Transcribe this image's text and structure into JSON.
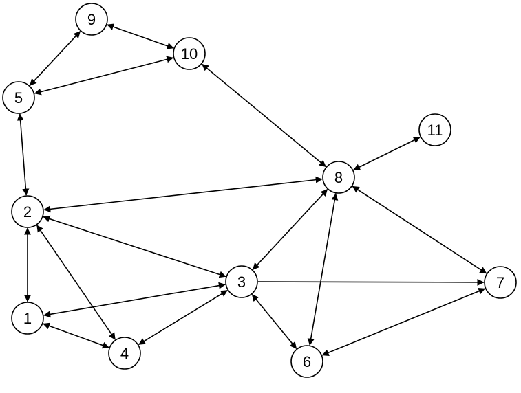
{
  "graph": {
    "nodes": [
      {
        "id": "1",
        "label": "1"
      },
      {
        "id": "2",
        "label": "2"
      },
      {
        "id": "3",
        "label": "3"
      },
      {
        "id": "4",
        "label": "4"
      },
      {
        "id": "5",
        "label": "5"
      },
      {
        "id": "6",
        "label": "6"
      },
      {
        "id": "7",
        "label": "7"
      },
      {
        "id": "8",
        "label": "8"
      },
      {
        "id": "9",
        "label": "9"
      },
      {
        "id": "10",
        "label": "10"
      },
      {
        "id": "11",
        "label": "11"
      }
    ],
    "edges": [
      {
        "from": "9",
        "to": "10",
        "directed": "both"
      },
      {
        "from": "9",
        "to": "5",
        "directed": "both"
      },
      {
        "from": "5",
        "to": "10",
        "directed": "both"
      },
      {
        "from": "10",
        "to": "8",
        "directed": "both"
      },
      {
        "from": "11",
        "to": "8",
        "directed": "both"
      },
      {
        "from": "5",
        "to": "2",
        "directed": "both"
      },
      {
        "from": "2",
        "to": "8",
        "directed": "both"
      },
      {
        "from": "2",
        "to": "3",
        "directed": "both"
      },
      {
        "from": "2",
        "to": "1",
        "directed": "both"
      },
      {
        "from": "2",
        "to": "4",
        "directed": "both"
      },
      {
        "from": "8",
        "to": "3",
        "directed": "both"
      },
      {
        "from": "8",
        "to": "6",
        "directed": "both"
      },
      {
        "from": "8",
        "to": "7",
        "directed": "both"
      },
      {
        "from": "1",
        "to": "3",
        "directed": "both"
      },
      {
        "from": "1",
        "to": "4",
        "directed": "both"
      },
      {
        "from": "3",
        "to": "4",
        "directed": "both"
      },
      {
        "from": "3",
        "to": "7",
        "directed": "forward"
      },
      {
        "from": "3",
        "to": "6",
        "directed": "both"
      },
      {
        "from": "6",
        "to": "7",
        "directed": "both"
      }
    ]
  }
}
